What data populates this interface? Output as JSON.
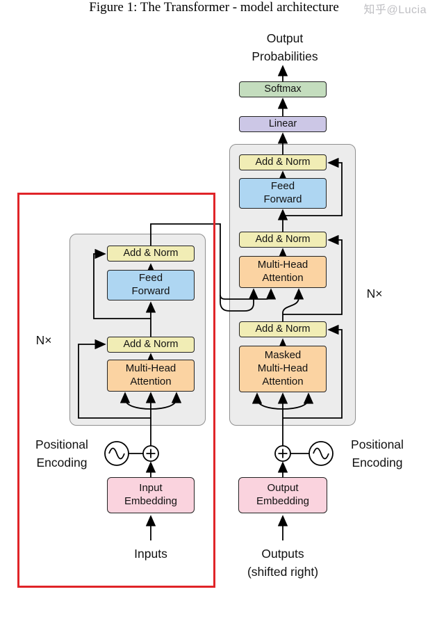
{
  "figure": {
    "caption": "Figure 1: The Transformer - model architecture",
    "watermark": "知乎@Lucia"
  },
  "nodes": {
    "output_probabilities": "Output\nProbabilities",
    "softmax": "Softmax",
    "linear": "Linear",
    "add_norm": "Add & Norm",
    "feed_forward": "Feed\nForward",
    "multi_head_attention": "Multi-Head\nAttention",
    "masked_multi_head_attention": "Masked\nMulti-Head\nAttention",
    "input_embedding": "Input\nEmbedding",
    "output_embedding": "Output\nEmbedding",
    "positional_encoding": "Positional\nEncoding",
    "inputs": "Inputs",
    "outputs": "Outputs\n(shifted right)",
    "n_times": "N×"
  },
  "colors": {
    "add_norm_fill": "#f1edb5",
    "feed_forward_fill": "#aed6f2",
    "attention_fill": "#fbd3a2",
    "embedding_fill": "#fad3de",
    "softmax_fill": "#c4ddbe",
    "linear_fill": "#ccc7e6",
    "block_container_fill": "#ececec",
    "highlight_red": "#e02428",
    "wire": "#000000"
  }
}
